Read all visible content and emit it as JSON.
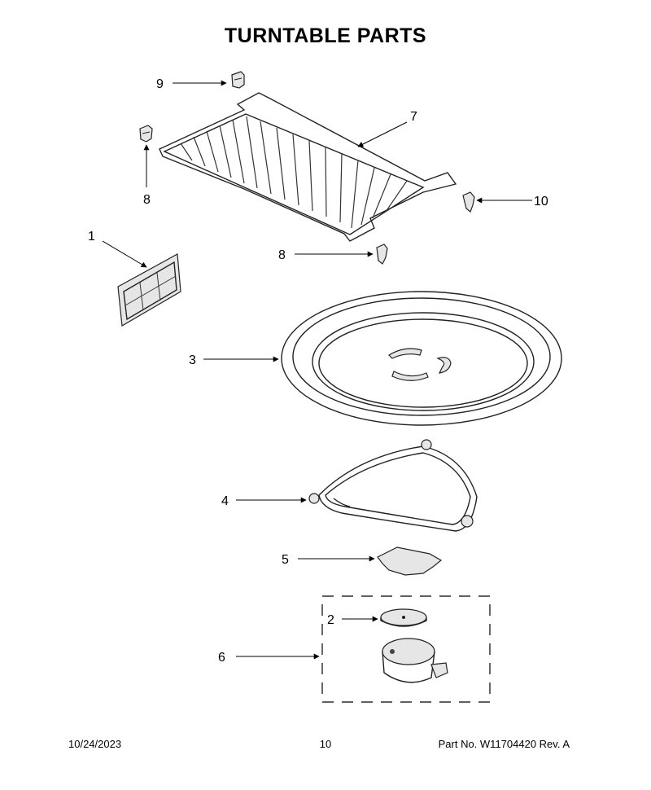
{
  "title": "TURNTABLE PARTS",
  "callouts": {
    "c1": "1",
    "c2": "2",
    "c3": "3",
    "c4": "4",
    "c5": "5",
    "c6": "6",
    "c7": "7",
    "c8a": "8",
    "c8b": "8",
    "c9": "9",
    "c10": "10"
  },
  "footer": {
    "date": "10/24/2023",
    "page": "10",
    "part": "Part No.  W11704420  Rev.  A"
  }
}
